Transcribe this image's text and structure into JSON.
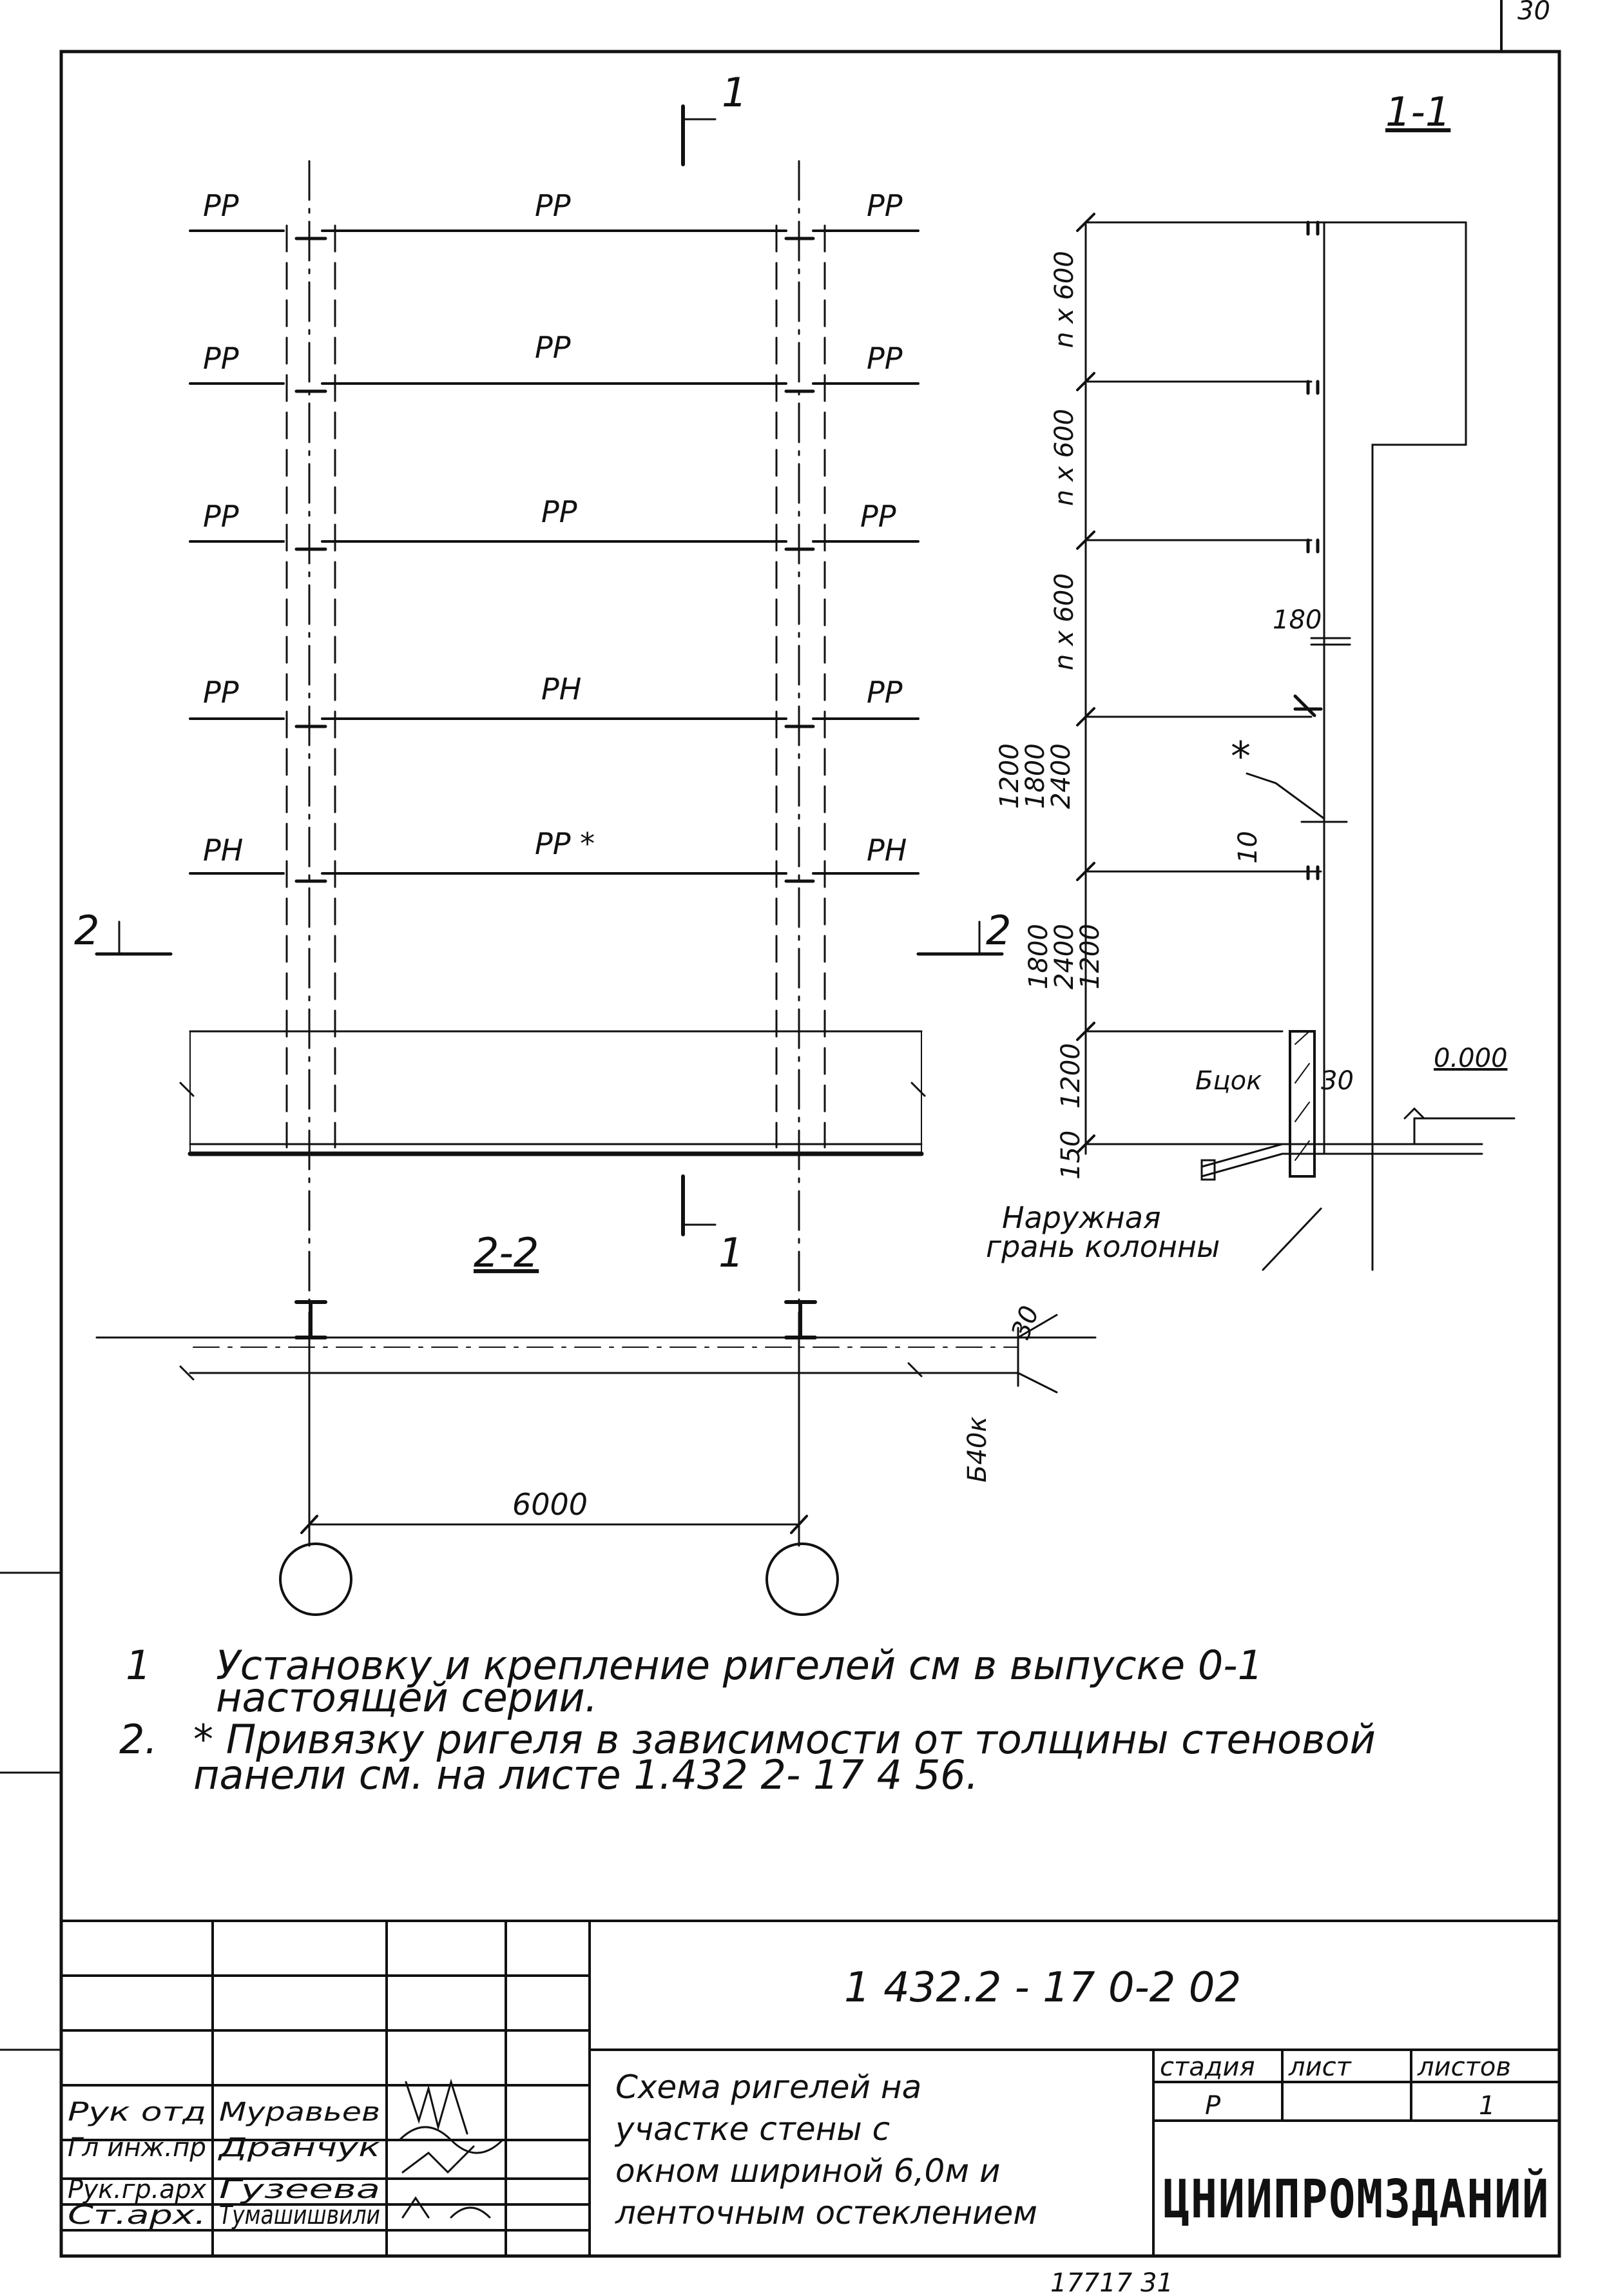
{
  "corner_mark": "30",
  "sheet_code": "1 432.2 - 17 0-2 02",
  "title_lines": [
    "Схема ригелей на",
    "участке стены с",
    "окном шириной 6,0м и",
    "ленточным остеклением"
  ],
  "organization": "ЦНИИПРОМЗДАНИЙ",
  "stage_header": {
    "stage": "стадия",
    "sheet": "лист",
    "sheets": "листов"
  },
  "stage_values": {
    "stage": "Р",
    "sheet": "",
    "sheets": "1"
  },
  "signatures": [
    {
      "role": "Рук отд",
      "name": "Муравьев"
    },
    {
      "role": "Гл инж.пр",
      "name": "Дранчук"
    },
    {
      "role": "Рук.гр.арх",
      "name": "Гузеева"
    },
    {
      "role": "Ст.арх.",
      "name": "Тумашишвили"
    }
  ],
  "notes": [
    {
      "num": "1",
      "line1": "Установку и крепление ригелей см в выпуске 0-1",
      "line2": "настоящей серии."
    },
    {
      "num": "2.",
      "line1": "* Привязку ригеля в зависимости от толщины стеновой",
      "line2": "панели см. на листе 1.432 2- 17 4 56."
    }
  ],
  "section_labels": {
    "s11": "1-1",
    "s22": "2-2",
    "cut1": "1",
    "cut2": "2"
  },
  "elevation": {
    "rows": [
      {
        "left": "РР",
        "mid": "РР",
        "right": "РР"
      },
      {
        "left": "РР",
        "mid": "РР",
        "right": "РР"
      },
      {
        "left": "РР",
        "mid": "РР",
        "right": "РР"
      },
      {
        "left": "РР",
        "mid": "РН",
        "right": "РР"
      },
      {
        "left": "РН",
        "mid": "РР *",
        "right": "РН"
      }
    ]
  },
  "section_1_1": {
    "dims": [
      "n x 600",
      "n x 600",
      "n x 600",
      "1200",
      "1800",
      "2400",
      "1800",
      "2400",
      "1200",
      "1200",
      "150"
    ],
    "dim_180": "180",
    "dim_10": "10",
    "dim_30": "30",
    "star": "*",
    "bok": "Бцок",
    "level": "0.000",
    "outer_face_line1": "Наружная",
    "outer_face_line2": "грань колонны"
  },
  "section_2_2": {
    "span": "6000",
    "dim_30": "30",
    "dim_b40k": "Б40к"
  },
  "bottom_number": "17717 31"
}
